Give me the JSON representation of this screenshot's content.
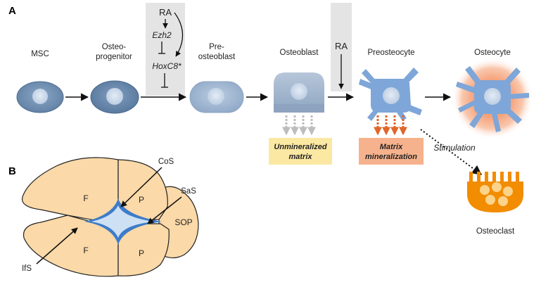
{
  "panel_a": {
    "letter": "A",
    "cells": {
      "msc": "MSC",
      "osteoprogenitor_1": "Osteo-",
      "osteoprogenitor_2": "progenitor",
      "preosteoblast_1": "Pre-",
      "preosteoblast_2": "osteoblast",
      "osteoblast": "Osteoblast",
      "preosteocyte": "Preosteocyte",
      "osteocyte": "Osteocyte",
      "osteoclast": "Osteoclast"
    },
    "regulation": {
      "ra_top": "RA",
      "ezh2": "Ezh2",
      "hoxc8": "HoxC8*",
      "ra_second": "RA"
    },
    "matrix": {
      "unmineralized_1": "Unmineralized",
      "unmineralized_2": "matrix",
      "mineralization_1": "Matrix",
      "mineralization_2": "mineralization"
    },
    "stimulation": "Stimulation"
  },
  "panel_b": {
    "letter": "B",
    "sutures": {
      "cos": "CoS",
      "sas": "SaS",
      "ifs": "IfS"
    },
    "bones": {
      "frontal": "F",
      "parietal": "P",
      "sop": "SOP"
    }
  },
  "colors": {
    "cell_blue": "#6f8fb1",
    "light_blue": "#9db4cf",
    "osteocyte_blue": "#7ea6d8",
    "box_gray": "#e4e4e4",
    "mineral_orange": "#e0662a",
    "unmineralized_fill": "#fbe8a3",
    "mineralization_fill": "#f6b28d",
    "osteoclast_orange": "#f28c00",
    "bone_tan": "#fbd9a8",
    "suture_blue": "#3d7cc9"
  }
}
